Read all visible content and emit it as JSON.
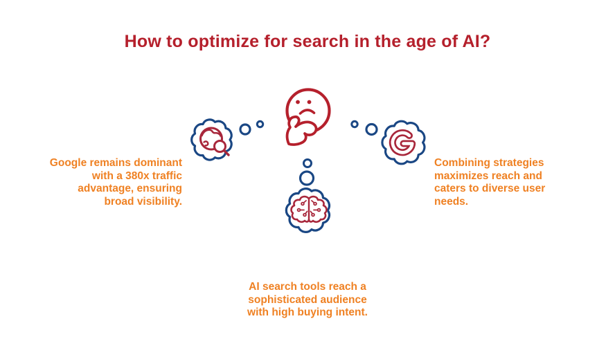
{
  "title": "How to optimize for search in the age of AI?",
  "colors": {
    "bg": "#ffffff",
    "title_red": "#b5202c",
    "icon_red": "#a8273b",
    "orange": "#ef8123",
    "blue": "#1a4784"
  },
  "center": {
    "icon": "thinking-face-icon"
  },
  "bubbles": [
    {
      "position": "left",
      "icon": "globe-search-icon",
      "text": "Google remains dominant\nwith a 380x traffic\nadvantage, ensuring\nbroad visibility."
    },
    {
      "position": "bottom",
      "icon": "ai-brain-icon",
      "text": "AI search tools reach a\nsophisticated audience\nwith high buying intent."
    },
    {
      "position": "right",
      "icon": "google-g-icon",
      "text": "Combining strategies\nmaximizes reach and\ncaters to diverse user\nneeds."
    }
  ]
}
